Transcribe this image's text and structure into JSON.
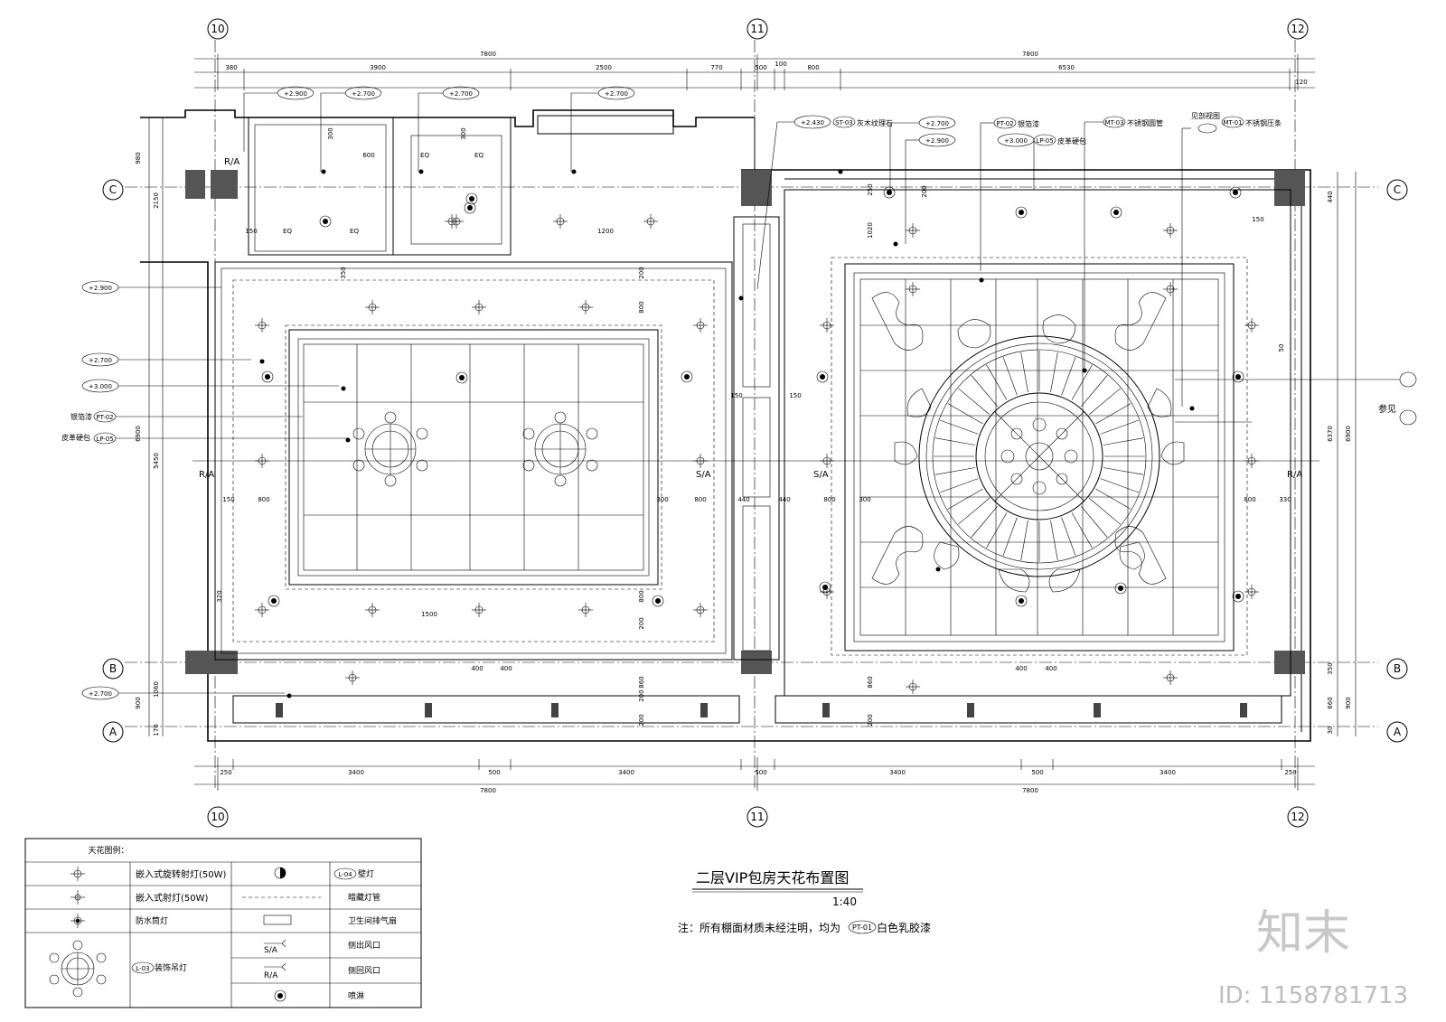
{
  "grid": {
    "top_axes": [
      "10",
      "11",
      "12"
    ],
    "bottom_axes": [
      "10",
      "11",
      "12"
    ],
    "left_axes": [
      "C",
      "B",
      "A"
    ],
    "right_axes": [
      "C",
      "B",
      "A"
    ]
  },
  "dimensions": {
    "top_total_left": "7800",
    "top_total_right": "7800",
    "top_segments": [
      "380",
      "3900",
      "2500",
      "770",
      "500",
      "100",
      "800",
      "6530",
      "120"
    ],
    "bottom_segments": [
      "250",
      "3400",
      "500",
      "3400",
      "500",
      "3400",
      "500",
      "3400",
      "250"
    ],
    "bottom_total_left": "7800",
    "bottom_total_right": "7800",
    "left_vertical": [
      "980",
      "2150",
      "5450",
      "6900",
      "1060",
      "900",
      "170"
    ],
    "right_vertical": [
      "440",
      "6370",
      "6900",
      "350",
      "660",
      "900",
      "30"
    ],
    "interior": [
      "600",
      "300",
      "300",
      "EQ",
      "EQ",
      "EQ",
      "EQ",
      "1200",
      "150",
      "350",
      "200",
      "800",
      "800",
      "200",
      "150",
      "800",
      "300",
      "800",
      "440",
      "440",
      "800",
      "300",
      "800",
      "330",
      "1500",
      "200",
      "860",
      "200",
      "400",
      "400",
      "400",
      "400",
      "150",
      "150",
      "150",
      "320",
      "1020",
      "250",
      "200",
      "50",
      "860",
      "200"
    ]
  },
  "elevation_tags": {
    "top": [
      "+2.900",
      "+2.700",
      "+2.700",
      "+2.700"
    ],
    "left": [
      "+2.900",
      "+2.700",
      "+3.000",
      "+2.700"
    ],
    "right_top": [
      "+2.430",
      "+2.700",
      "+2.900",
      "+3.000"
    ]
  },
  "callouts": {
    "st03": "ST-03",
    "st03_text": "灰木纹理石",
    "pt02": "PT-02",
    "pt02_text": "银箔漆",
    "lp05": "LP-05",
    "lp05_text": "皮革硬包",
    "mt03": "MT-03",
    "mt03_text": "不锈钢圆管",
    "mt01": "MT-01",
    "mt01_text": "不锈钢压条",
    "detail_ref": "见剖视图",
    "left_pt02_label": "银箔漆",
    "left_lp05_label": "皮革硬包",
    "right_ref": "参见"
  },
  "vent_labels": {
    "ra_left": "R/A",
    "ra_left_upper": "R/A",
    "sa_center_left": "S/A",
    "sa_center_right": "S/A",
    "ra_right": "R/A"
  },
  "title": {
    "main": "二层VIP包房天花布置图",
    "scale": "1:40",
    "note_prefix": "注：所有棚面材质未经注明，均为",
    "note_tag": "PT-01",
    "note_suffix": "白色乳胶漆"
  },
  "legend": {
    "heading": "天花图例：",
    "rows": [
      {
        "label": "嵌入式旋转射灯(50W)",
        "right_label": "壁灯",
        "right_tag": "L-04"
      },
      {
        "label": "嵌入式射灯(50W)",
        "right_label": "暗藏灯管"
      },
      {
        "label": "防水筒灯",
        "right_label": "卫生间排气扇"
      },
      {
        "label": "装饰吊灯",
        "label_tag": "L-03",
        "right_rows": [
          "侧出风口",
          "侧回风口",
          "喷淋"
        ],
        "right_icons": [
          "S/A",
          "R/A"
        ]
      }
    ]
  },
  "watermark": {
    "logo": "知末",
    "id": "ID: 1158781713"
  }
}
